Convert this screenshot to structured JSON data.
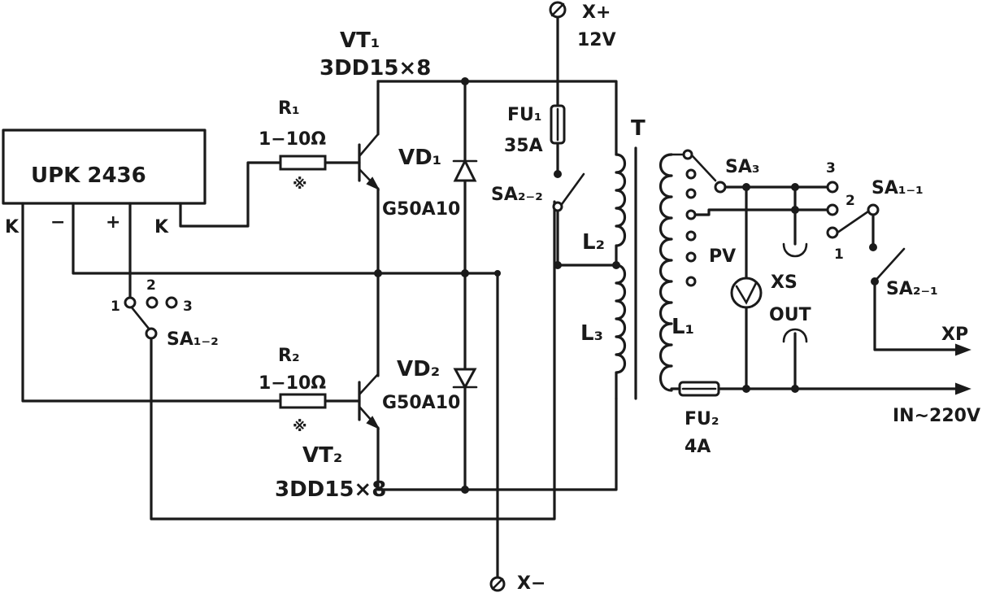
{
  "labels": {
    "ic": "UPK 2436",
    "ic_k_left": "K",
    "ic_minus": "−",
    "ic_plus": "+",
    "ic_k_right": "K",
    "vt1_name": "VT₁",
    "vt1_type": "3DD15×8",
    "vt2_name": "VT₂",
    "vt2_type": "3DD15×8",
    "r1_name": "R₁",
    "r1_value": "1−10Ω",
    "r2_name": "R₂",
    "r2_value": "1−10Ω",
    "star_mark": "※",
    "vd1_name": "VD₁",
    "vd1_type": "G50A10",
    "vd2_name": "VD₂",
    "vd2_type": "G50A10",
    "fu1_name": "FU₁",
    "fu1_value": "35A",
    "fu2_name": "FU₂",
    "fu2_value": "4A",
    "sa22": "SA₂₋₂",
    "sa21": "SA₂₋₁",
    "sa12": "SA₁₋₂",
    "sa11": "SA₁₋₁",
    "sa3": "SA₃",
    "sa12_pos1": "1",
    "sa12_pos2": "2",
    "sa12_pos3": "3",
    "sa11_pos1": "1",
    "sa11_pos2": "2",
    "sa11_pos3": "3",
    "transformer": "T",
    "l1": "L₁",
    "l2": "L₂",
    "l3": "L₃",
    "pv": "PV",
    "xs": "XS",
    "out": "OUT",
    "xp": "XP",
    "in_220": "IN~220V",
    "x_plus": "X+",
    "v12": "12V",
    "x_minus": "X−"
  }
}
